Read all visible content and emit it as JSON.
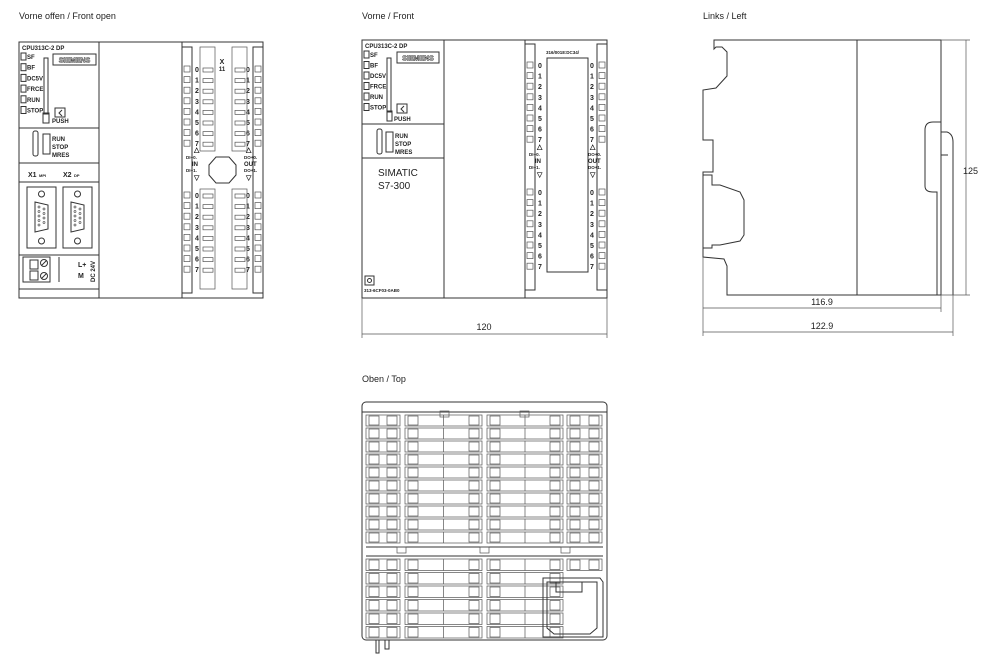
{
  "views": {
    "front_open": {
      "title": "Vorne offen / Front open",
      "cpu_label": "CPU313C-2 DP",
      "brand": "SIEMENS",
      "leds": [
        "SF",
        "BF",
        "DC5V",
        "FRCE",
        "RUN",
        "STOP"
      ],
      "push": "PUSH",
      "mode_switch": [
        "RUN",
        "STOP",
        "MRES"
      ],
      "ports": [
        {
          "name": "X1",
          "sub": "MPI"
        },
        {
          "name": "X2",
          "sub": "DP"
        }
      ],
      "power": {
        "lplus": "L+",
        "m": "M",
        "voltage": "DC 24V"
      },
      "connector": {
        "x": "X",
        "num": "11"
      },
      "io": {
        "in_top": "DI+0.",
        "in": "IN",
        "in_bot": "DI+1.",
        "out_top": "DO+0.",
        "out": "OUT",
        "out_bot": "DO+1.",
        "channels": [
          "0",
          "1",
          "2",
          "3",
          "4",
          "5",
          "6",
          "7"
        ]
      }
    },
    "front": {
      "title": "Vorne / Front",
      "cpu_label": "CPU313C-2 DP",
      "brand": "SIEMENS",
      "leds": [
        "SF",
        "BF",
        "DC5V",
        "FRCE",
        "RUN",
        "STOP"
      ],
      "push": "PUSH",
      "mode_switch": [
        "RUN",
        "STOP",
        "MRES"
      ],
      "simatic": "SIMATIC",
      "model": "S7-300",
      "order_number": "313-6CF03-0AB0",
      "io_label": "316/0018:DC34/",
      "io": {
        "in_top": "DI+0.",
        "in": "IN",
        "in_bot": "DI+1.",
        "out_top": "DO+0.",
        "out": "OUT",
        "out_bot": "DO+1.",
        "channels": [
          "0",
          "1",
          "2",
          "3",
          "4",
          "5",
          "6",
          "7"
        ]
      },
      "dimension_width": "120"
    },
    "left": {
      "title": "Links / Left",
      "dimension_height": "125",
      "dimension_depth_body": "116.9",
      "dimension_depth_total": "122.9"
    },
    "top": {
      "title": "Oben / Top"
    }
  }
}
